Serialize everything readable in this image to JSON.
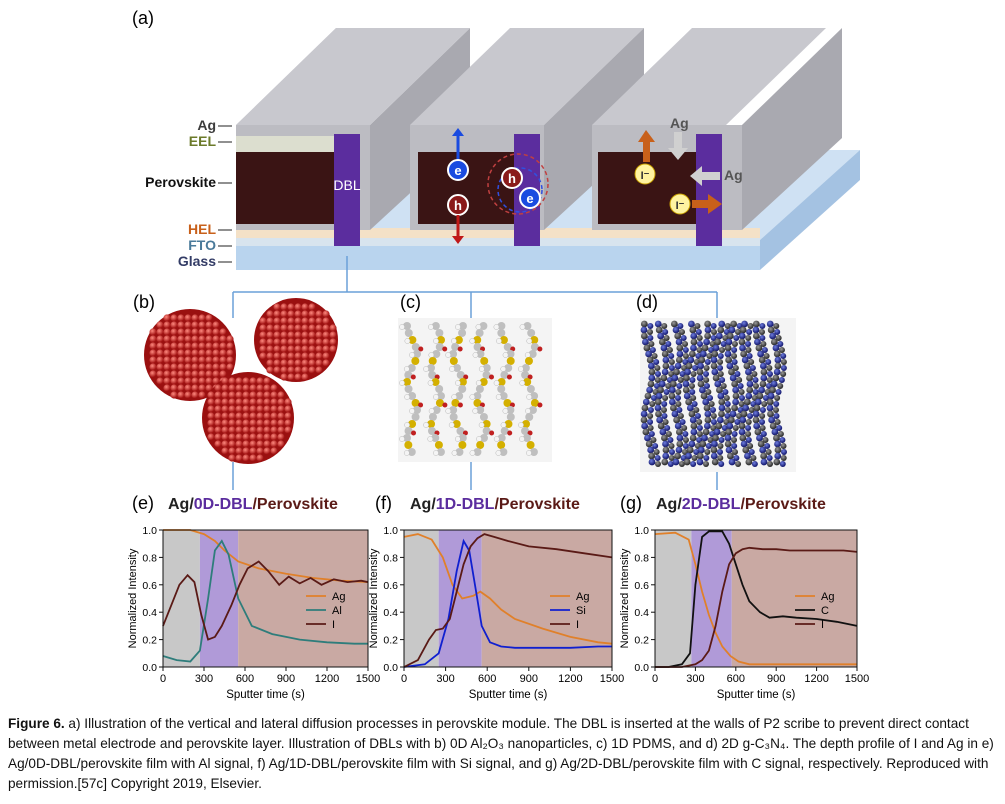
{
  "panels": {
    "a": "(a)",
    "b": "(b)",
    "c": "(c)",
    "d": "(d)",
    "e": "(e)",
    "f": "(f)",
    "g": "(g)"
  },
  "layers": {
    "ag": "Ag",
    "eel": "EEL",
    "perovskite": "Perovskite",
    "hel": "HEL",
    "fto": "FTO",
    "glass": "Glass",
    "dbl": "DBL"
  },
  "carriers": {
    "e": "e",
    "h": "h",
    "iodide": "I⁻",
    "ag": "Ag"
  },
  "colors": {
    "perovskite": "#3a1414",
    "dbl": "#5b2d9e",
    "slab": "#b4b4b9",
    "glass": "#b9d4ee",
    "ag_line": "#e0802a",
    "i_line": "#5a1a16",
    "al_line": "#2e7d7b",
    "si_line": "#1020d0",
    "c_line": "#111111",
    "ag_label": "#3c3c3c",
    "eel_label": "#6b7a2a",
    "hel_label": "#c8601a",
    "fto_label": "#4a7a9a",
    "glass_label": "#333c66"
  },
  "chart_data": [
    {
      "type": "line",
      "title_parts": [
        "Ag/",
        "0D-DBL",
        "/Perovskite"
      ],
      "xlabel": "Sputter time (s)",
      "ylabel": "Normalized Intensity",
      "xlim": [
        0,
        1500
      ],
      "ylim": [
        0,
        1.0
      ],
      "xticks": [
        "0",
        "300",
        "600",
        "900",
        "1200",
        "1500"
      ],
      "yticks": [
        "0.0",
        "0.2",
        "0.4",
        "0.6",
        "0.8",
        "1.0"
      ],
      "regions": [
        {
          "x0": 0,
          "x1": 270,
          "color": "#c8c8c8"
        },
        {
          "x0": 270,
          "x1": 550,
          "color": "#b09ad8"
        },
        {
          "x0": 550,
          "x1": 1500,
          "color": "#c9a9a3"
        }
      ],
      "legend": "center-right",
      "series": [
        {
          "name": "Ag",
          "color": "#e0802a",
          "x": [
            0,
            200,
            300,
            380,
            450,
            550,
            700,
            900,
            1100,
            1300,
            1500
          ],
          "y": [
            1.0,
            1.0,
            0.97,
            0.92,
            0.85,
            0.77,
            0.72,
            0.68,
            0.65,
            0.63,
            0.62
          ]
        },
        {
          "name": "Al",
          "color": "#2e7d7b",
          "x": [
            0,
            100,
            200,
            270,
            330,
            380,
            430,
            480,
            550,
            650,
            800,
            1000,
            1200,
            1400,
            1500
          ],
          "y": [
            0.08,
            0.05,
            0.04,
            0.12,
            0.5,
            0.85,
            0.92,
            0.82,
            0.5,
            0.3,
            0.24,
            0.2,
            0.18,
            0.17,
            0.17
          ]
        },
        {
          "name": "I",
          "color": "#5a1a16",
          "x": [
            0,
            60,
            120,
            180,
            230,
            280,
            330,
            380,
            430,
            500,
            560,
            620,
            700,
            770,
            850,
            920,
            1000,
            1080,
            1160,
            1250,
            1350,
            1450,
            1500
          ],
          "y": [
            0.3,
            0.45,
            0.6,
            0.67,
            0.62,
            0.38,
            0.2,
            0.22,
            0.3,
            0.45,
            0.6,
            0.72,
            0.77,
            0.7,
            0.6,
            0.66,
            0.61,
            0.65,
            0.6,
            0.64,
            0.62,
            0.63,
            0.62
          ]
        }
      ]
    },
    {
      "type": "line",
      "title_parts": [
        "Ag/",
        "1D-DBL",
        "/Perovskite"
      ],
      "xlabel": "Sputter time (s)",
      "ylabel": "Normalized Intensity",
      "xlim": [
        0,
        1500
      ],
      "ylim": [
        0,
        1.0
      ],
      "xticks": [
        "0",
        "300",
        "600",
        "900",
        "1200",
        "1500"
      ],
      "yticks": [
        "0.0",
        "0.2",
        "0.4",
        "0.6",
        "0.8",
        "1.0"
      ],
      "regions": [
        {
          "x0": 0,
          "x1": 250,
          "color": "#c8c8c8"
        },
        {
          "x0": 250,
          "x1": 560,
          "color": "#b09ad8"
        },
        {
          "x0": 560,
          "x1": 1500,
          "color": "#c9a9a3"
        }
      ],
      "legend": "center-right",
      "series": [
        {
          "name": "Ag",
          "color": "#e0802a",
          "x": [
            0,
            100,
            200,
            280,
            350,
            420,
            500,
            550,
            620,
            700,
            800,
            1000,
            1200,
            1400,
            1500
          ],
          "y": [
            0.95,
            0.97,
            0.93,
            0.8,
            0.6,
            0.5,
            0.52,
            0.55,
            0.5,
            0.42,
            0.35,
            0.28,
            0.22,
            0.18,
            0.17
          ]
        },
        {
          "name": "Si",
          "color": "#1020d0",
          "x": [
            0,
            150,
            250,
            320,
            380,
            430,
            470,
            520,
            560,
            620,
            700,
            800,
            1000,
            1200,
            1400,
            1500
          ],
          "y": [
            0.0,
            0.02,
            0.1,
            0.35,
            0.7,
            0.92,
            0.85,
            0.55,
            0.3,
            0.18,
            0.15,
            0.14,
            0.14,
            0.14,
            0.15,
            0.15
          ]
        },
        {
          "name": "I",
          "color": "#5a1a16",
          "x": [
            0,
            100,
            180,
            230,
            280,
            330,
            380,
            430,
            480,
            530,
            580,
            650,
            750,
            900,
            1100,
            1300,
            1500
          ],
          "y": [
            0.0,
            0.05,
            0.2,
            0.27,
            0.28,
            0.35,
            0.55,
            0.75,
            0.88,
            0.94,
            0.97,
            0.95,
            0.92,
            0.88,
            0.86,
            0.83,
            0.8
          ]
        }
      ]
    },
    {
      "type": "line",
      "title_parts": [
        "Ag/",
        "2D-DBL",
        "/Perovskite"
      ],
      "xlabel": "Sputter time (s)",
      "ylabel": "Normalized Intensity",
      "xlim": [
        0,
        1500
      ],
      "ylim": [
        0,
        1.0
      ],
      "xticks": [
        "0",
        "300",
        "600",
        "900",
        "1200",
        "1500"
      ],
      "yticks": [
        "0.0",
        "0.2",
        "0.4",
        "0.6",
        "0.8",
        "1.0"
      ],
      "regions": [
        {
          "x0": 0,
          "x1": 270,
          "color": "#c8c8c8"
        },
        {
          "x0": 270,
          "x1": 570,
          "color": "#b09ad8"
        },
        {
          "x0": 570,
          "x1": 1500,
          "color": "#c9a9a3"
        }
      ],
      "legend": "center-right",
      "series": [
        {
          "name": "Ag",
          "color": "#e0802a",
          "x": [
            0,
            150,
            250,
            300,
            350,
            400,
            450,
            500,
            560,
            620,
            700,
            800,
            1000,
            1200,
            1500
          ],
          "y": [
            0.97,
            0.98,
            0.93,
            0.75,
            0.55,
            0.38,
            0.25,
            0.15,
            0.08,
            0.04,
            0.02,
            0.02,
            0.02,
            0.02,
            0.02
          ]
        },
        {
          "name": "C",
          "color": "#111111",
          "x": [
            0,
            100,
            200,
            260,
            300,
            350,
            400,
            450,
            500,
            550,
            600,
            650,
            700,
            780,
            850,
            950,
            1050,
            1200,
            1350,
            1500
          ],
          "y": [
            0.0,
            0.0,
            0.02,
            0.1,
            0.6,
            0.95,
            0.99,
            0.99,
            0.99,
            0.9,
            0.75,
            0.6,
            0.48,
            0.4,
            0.36,
            0.37,
            0.36,
            0.35,
            0.33,
            0.3
          ]
        },
        {
          "name": "I",
          "color": "#5a1a16",
          "x": [
            0,
            200,
            300,
            350,
            400,
            450,
            500,
            550,
            600,
            650,
            700,
            800,
            900,
            1000,
            1200,
            1400,
            1500
          ],
          "y": [
            0.0,
            0.0,
            0.02,
            0.05,
            0.12,
            0.3,
            0.55,
            0.75,
            0.83,
            0.86,
            0.87,
            0.86,
            0.86,
            0.85,
            0.85,
            0.85,
            0.84
          ]
        }
      ]
    }
  ],
  "caption": {
    "label": "Figure 6.",
    "text": " a) Illustration of the vertical and lateral diffusion processes in perovskite module. The DBL is inserted at the walls of P2 scribe to prevent direct contact between metal electrode and perovskite layer. Illustration of DBLs with b) 0D Al₂O₃ nanoparticles, c) 1D PDMS, and d) 2D g-C₃N₄. The depth profile of I and Ag in e) Ag/0D-DBL/perovskite film with Al signal, f) Ag/1D-DBL/perovskite film with Si signal, and g) Ag/2D-DBL/perovskite film with C signal, respectively. Reproduced with permission.[57c] Copyright 2019, Elsevier."
  }
}
